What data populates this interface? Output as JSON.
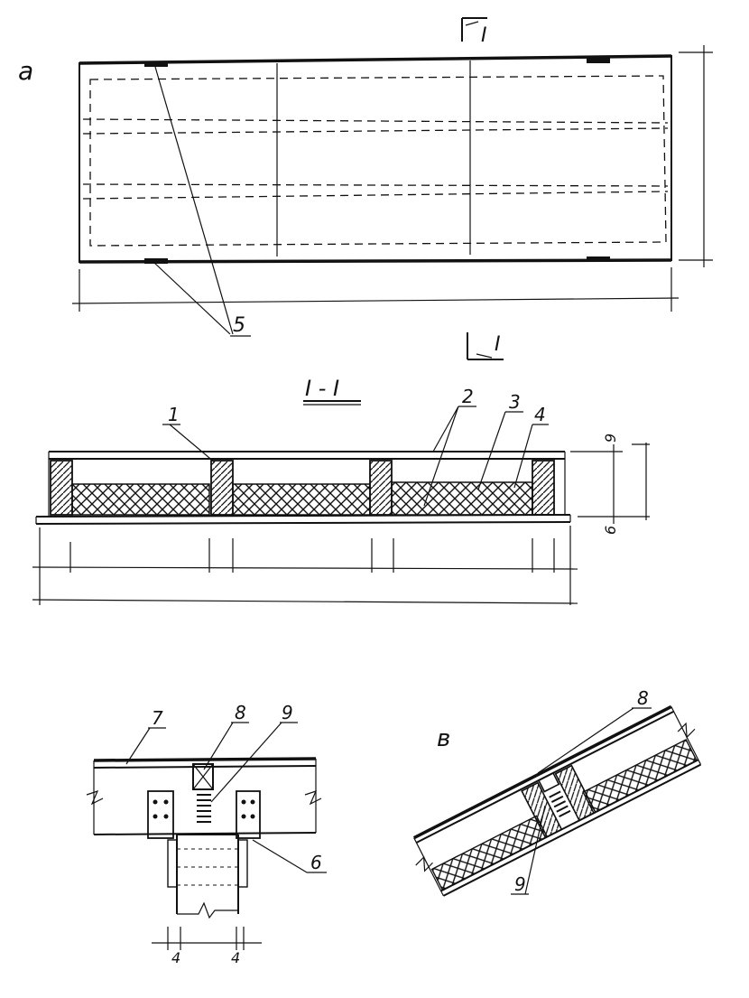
{
  "view_a": {
    "label": "a",
    "callout_5": "5"
  },
  "section_mark": {
    "top": "I",
    "bottom": "I",
    "title": "I - I"
  },
  "section": {
    "callouts": [
      "1",
      "2",
      "3",
      "4"
    ],
    "dim_top": "9",
    "dim_bottom": "6"
  },
  "detail_b": {
    "callouts": [
      "7",
      "8",
      "9",
      "6"
    ],
    "dims": [
      "4",
      "4"
    ]
  },
  "detail_v": {
    "label": "в",
    "callouts": [
      "8",
      "9"
    ]
  }
}
